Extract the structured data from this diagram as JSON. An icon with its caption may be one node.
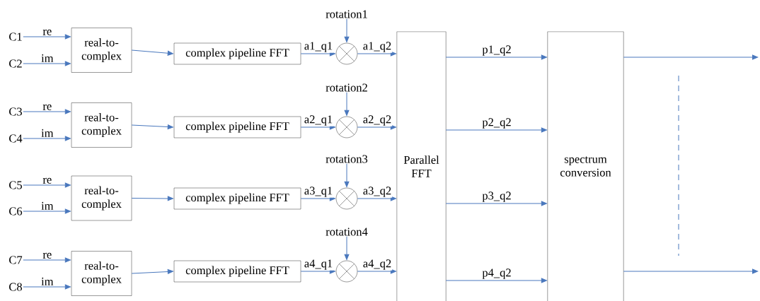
{
  "diagram": {
    "nodes": [
      {
        "text": [
          "C1"
        ]
      },
      {
        "text": [
          "C2"
        ]
      },
      {
        "text": [
          "C3"
        ]
      },
      {
        "text": [
          "C4"
        ]
      },
      {
        "text": [
          "C5"
        ]
      },
      {
        "text": [
          "C6"
        ]
      },
      {
        "text": [
          "C7"
        ]
      },
      {
        "text": [
          "C8"
        ]
      },
      {
        "text": [
          "real-to-complex"
        ]
      },
      {
        "text": [
          "real-to-complex"
        ]
      },
      {
        "text": [
          "real-to-complex"
        ]
      },
      {
        "text": [
          "real-to-complex"
        ]
      },
      {
        "text": [
          "complex pipeline FFT"
        ]
      },
      {
        "text": [
          "complex pipeline FFT"
        ]
      },
      {
        "text": [
          "complex pipeline FFT"
        ]
      },
      {
        "text": [
          "complex pipeline FFT"
        ]
      },
      {
        "text": [
          "rotation1"
        ]
      },
      {
        "text": [
          "rotation2"
        ]
      },
      {
        "text": [
          "rotation3"
        ]
      },
      {
        "text": [
          "rotation4"
        ]
      },
      {
        "text": [],
        "shape": "circle"
      },
      {
        "text": [],
        "shape": "circle"
      },
      {
        "text": [],
        "shape": "circle"
      },
      {
        "text": [],
        "shape": "circle"
      },
      {
        "text": [
          "Parallel FFT"
        ]
      },
      {
        "text": [
          "spectrum conversion"
        ]
      }
    ],
    "edges": [
      {
        "from": 0,
        "to": 8,
        "arrow": "to",
        "label": "re"
      },
      {
        "from": 1,
        "to": 8,
        "arrow": "to",
        "label": "im"
      },
      {
        "from": 2,
        "to": 9,
        "arrow": "to",
        "label": "re"
      },
      {
        "from": 3,
        "to": 9,
        "arrow": "to",
        "label": "im"
      },
      {
        "from": 4,
        "to": 10,
        "arrow": "to",
        "label": "re"
      },
      {
        "from": 5,
        "to": 10,
        "arrow": "to",
        "label": "im"
      },
      {
        "from": 6,
        "to": 11,
        "arrow": "to",
        "label": "re"
      },
      {
        "from": 7,
        "to": 11,
        "arrow": "to",
        "label": "im"
      },
      {
        "from": 8,
        "to": 12,
        "arrow": "to"
      },
      {
        "from": 9,
        "to": 13,
        "arrow": "to"
      },
      {
        "from": 10,
        "to": 14,
        "arrow": "to"
      },
      {
        "from": 11,
        "to": 15,
        "arrow": "to"
      },
      {
        "from": 12,
        "to": 20,
        "arrow": "to",
        "label": "a1_q1"
      },
      {
        "from": 13,
        "to": 21,
        "arrow": "to",
        "label": "a2_q1"
      },
      {
        "from": 14,
        "to": 22,
        "arrow": "to",
        "label": "a3_q1"
      },
      {
        "from": 15,
        "to": 23,
        "arrow": "to",
        "label": "a4_q1"
      },
      {
        "from": 16,
        "to": 20,
        "arrow": "to"
      },
      {
        "from": 17,
        "to": 21,
        "arrow": "to"
      },
      {
        "from": 18,
        "to": 22,
        "arrow": "to"
      },
      {
        "from": 19,
        "to": 23,
        "arrow": "to"
      },
      {
        "from": 20,
        "to": 24,
        "arrow": "to",
        "label": "a1_q2"
      },
      {
        "from": 21,
        "to": 24,
        "arrow": "to",
        "label": "a2_q2"
      },
      {
        "from": 22,
        "to": 24,
        "arrow": "to",
        "label": "a3_q2"
      },
      {
        "from": 23,
        "to": 24,
        "arrow": "to",
        "label": "a4_q2"
      },
      {
        "from": 24,
        "to": 25,
        "arrow": "to",
        "label": "p1_q2"
      },
      {
        "from": 24,
        "to": 25,
        "arrow": "to",
        "label": "p2_q2"
      },
      {
        "from": 24,
        "to": 25,
        "arrow": "to",
        "label": "p3_q2"
      },
      {
        "from": 24,
        "to": 25,
        "arrow": "to",
        "label": "p4_q2"
      },
      {
        "from": 25,
        "to": null,
        "arrow": "to"
      },
      {
        "from": 25,
        "to": null,
        "arrow": "to"
      }
    ]
  }
}
